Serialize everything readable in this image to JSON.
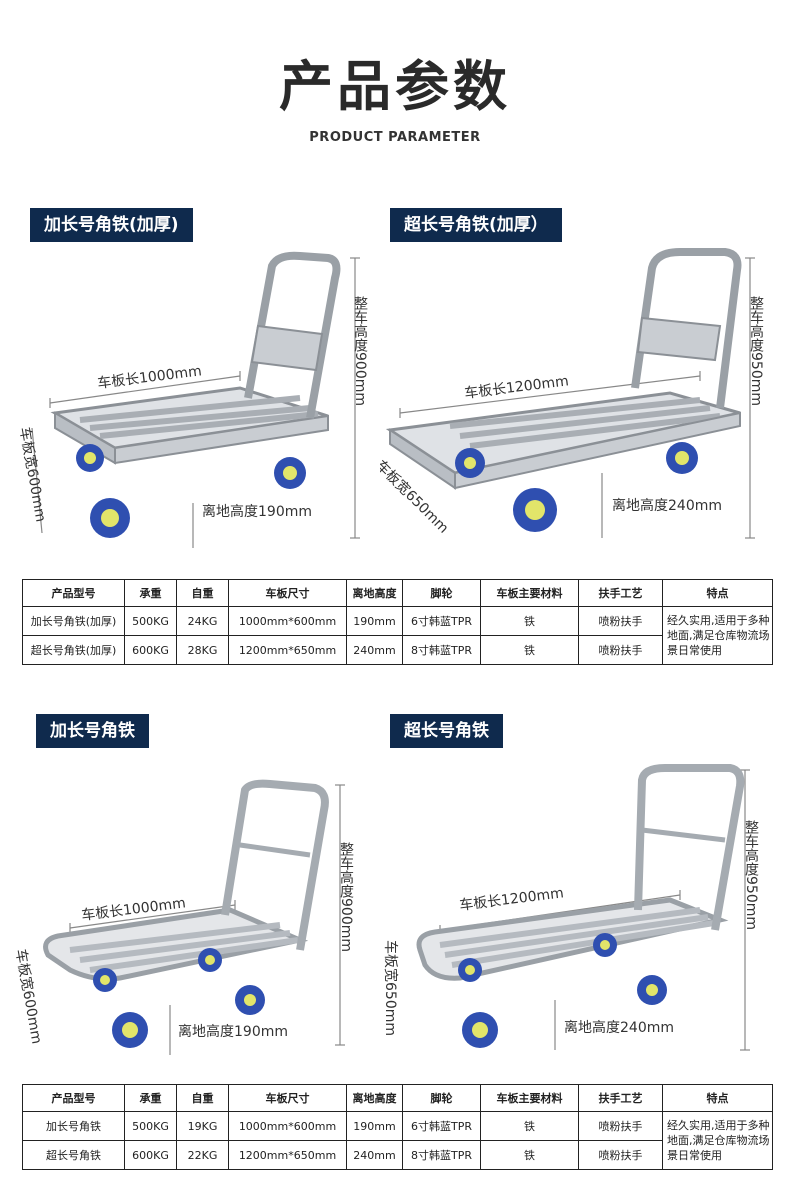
{
  "header": {
    "title": "产品参数",
    "subtitle": "PRODUCT PARAMETER"
  },
  "sections": [
    {
      "tag": "加长号角铁(加厚)",
      "length": "车板长1000mm",
      "width": "车板宽600mm",
      "height": "整车高度900mm",
      "clearance": "离地高度190mm"
    },
    {
      "tag": "超长号角铁(加厚）",
      "length": "车板长1200mm",
      "width": "车板宽650mm",
      "height": "整车高度950mm",
      "clearance": "离地高度240mm"
    },
    {
      "tag": "加长号角铁",
      "length": "车板长1000mm",
      "width": "车板宽600mm",
      "height": "整车高度900mm",
      "clearance": "离地高度190mm"
    },
    {
      "tag": "超长号角铁",
      "length": "车板长1200mm",
      "width": "车板宽650mm",
      "height": "整车高度950mm",
      "clearance": "离地高度240mm"
    }
  ],
  "table_headers": [
    "产品型号",
    "承重",
    "自重",
    "车板尺寸",
    "离地高度",
    "脚轮",
    "车板主要材料",
    "扶手工艺",
    "特点"
  ],
  "tables": [
    {
      "rows": [
        [
          "加长号角铁(加厚)",
          "500KG",
          "24KG",
          "1000mm*600mm",
          "190mm",
          "6寸韩蓝TPR",
          "铁",
          "喷粉扶手"
        ],
        [
          "超长号角铁(加厚)",
          "600KG",
          "28KG",
          "1200mm*650mm",
          "240mm",
          "8寸韩蓝TPR",
          "铁",
          "喷粉扶手"
        ]
      ],
      "feature": "经久实用,适用于多种地面,满足仓库物流场景日常使用"
    },
    {
      "rows": [
        [
          "加长号角铁",
          "500KG",
          "19KG",
          "1000mm*600mm",
          "190mm",
          "6寸韩蓝TPR",
          "铁",
          "喷粉扶手"
        ],
        [
          "超长号角铁",
          "600KG",
          "22KG",
          "1200mm*650mm",
          "240mm",
          "8寸韩蓝TPR",
          "铁",
          "喷粉扶手"
        ]
      ],
      "feature": "经久实用,适用于多种地面,满足仓库物流场景日常使用"
    }
  ],
  "colors": {
    "tag_bg": "#0f2a4d",
    "steel": "#b9bec4",
    "wheel_blue": "#2f4fb0",
    "wheel_core": "#e2e56a"
  }
}
